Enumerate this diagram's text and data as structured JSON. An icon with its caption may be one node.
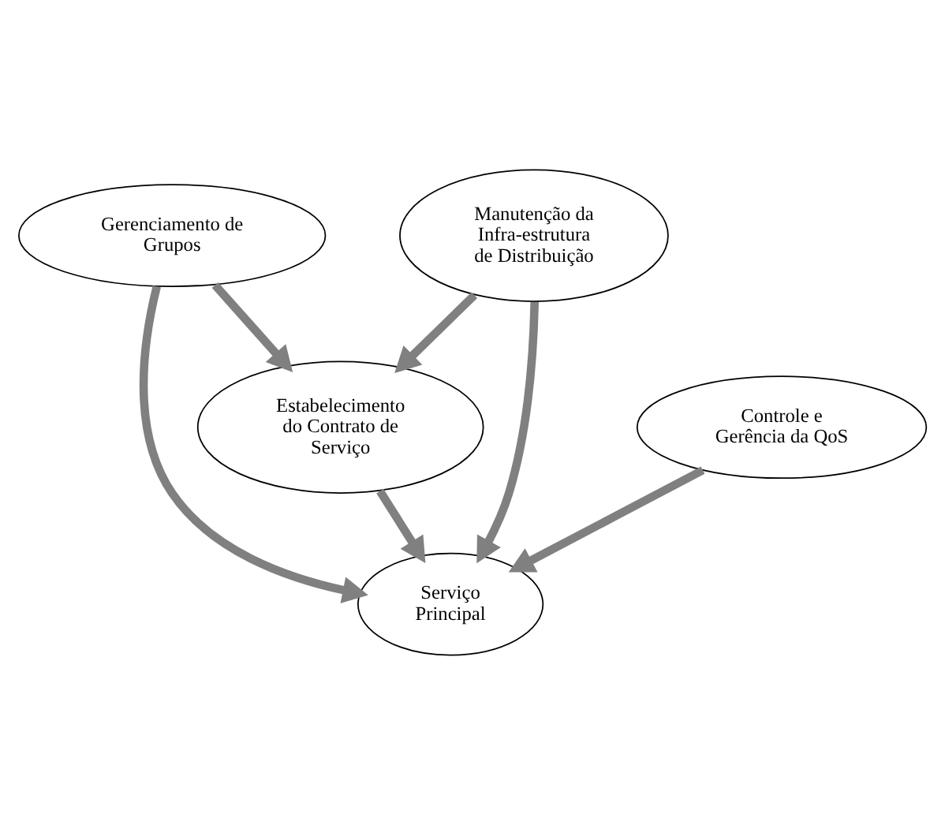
{
  "diagram": {
    "nodes": [
      {
        "text": [
          "Gerenciamento de Grupos"
        ]
      },
      {
        "text": [
          "Serviço Principal"
        ]
      },
      {
        "text": [
          "Estabelecimento do Contrato de Serviço"
        ]
      },
      {
        "text": [
          "Controle e Gerência da QoS"
        ]
      },
      {
        "text": [
          "Manutenção da Infra-estrutura de Distribuição"
        ]
      }
    ],
    "edges": [
      {
        "from": 0,
        "to": 1,
        "arrow": "to"
      },
      {
        "from": 0,
        "to": 2,
        "arrow": "to"
      },
      {
        "from": 2,
        "to": 1,
        "arrow": "to"
      },
      {
        "from": 4,
        "to": 1,
        "arrow": "to"
      },
      {
        "from": 3,
        "to": 1,
        "arrow": "to"
      },
      {
        "from": 4,
        "to": 2,
        "arrow": "to"
      }
    ]
  }
}
